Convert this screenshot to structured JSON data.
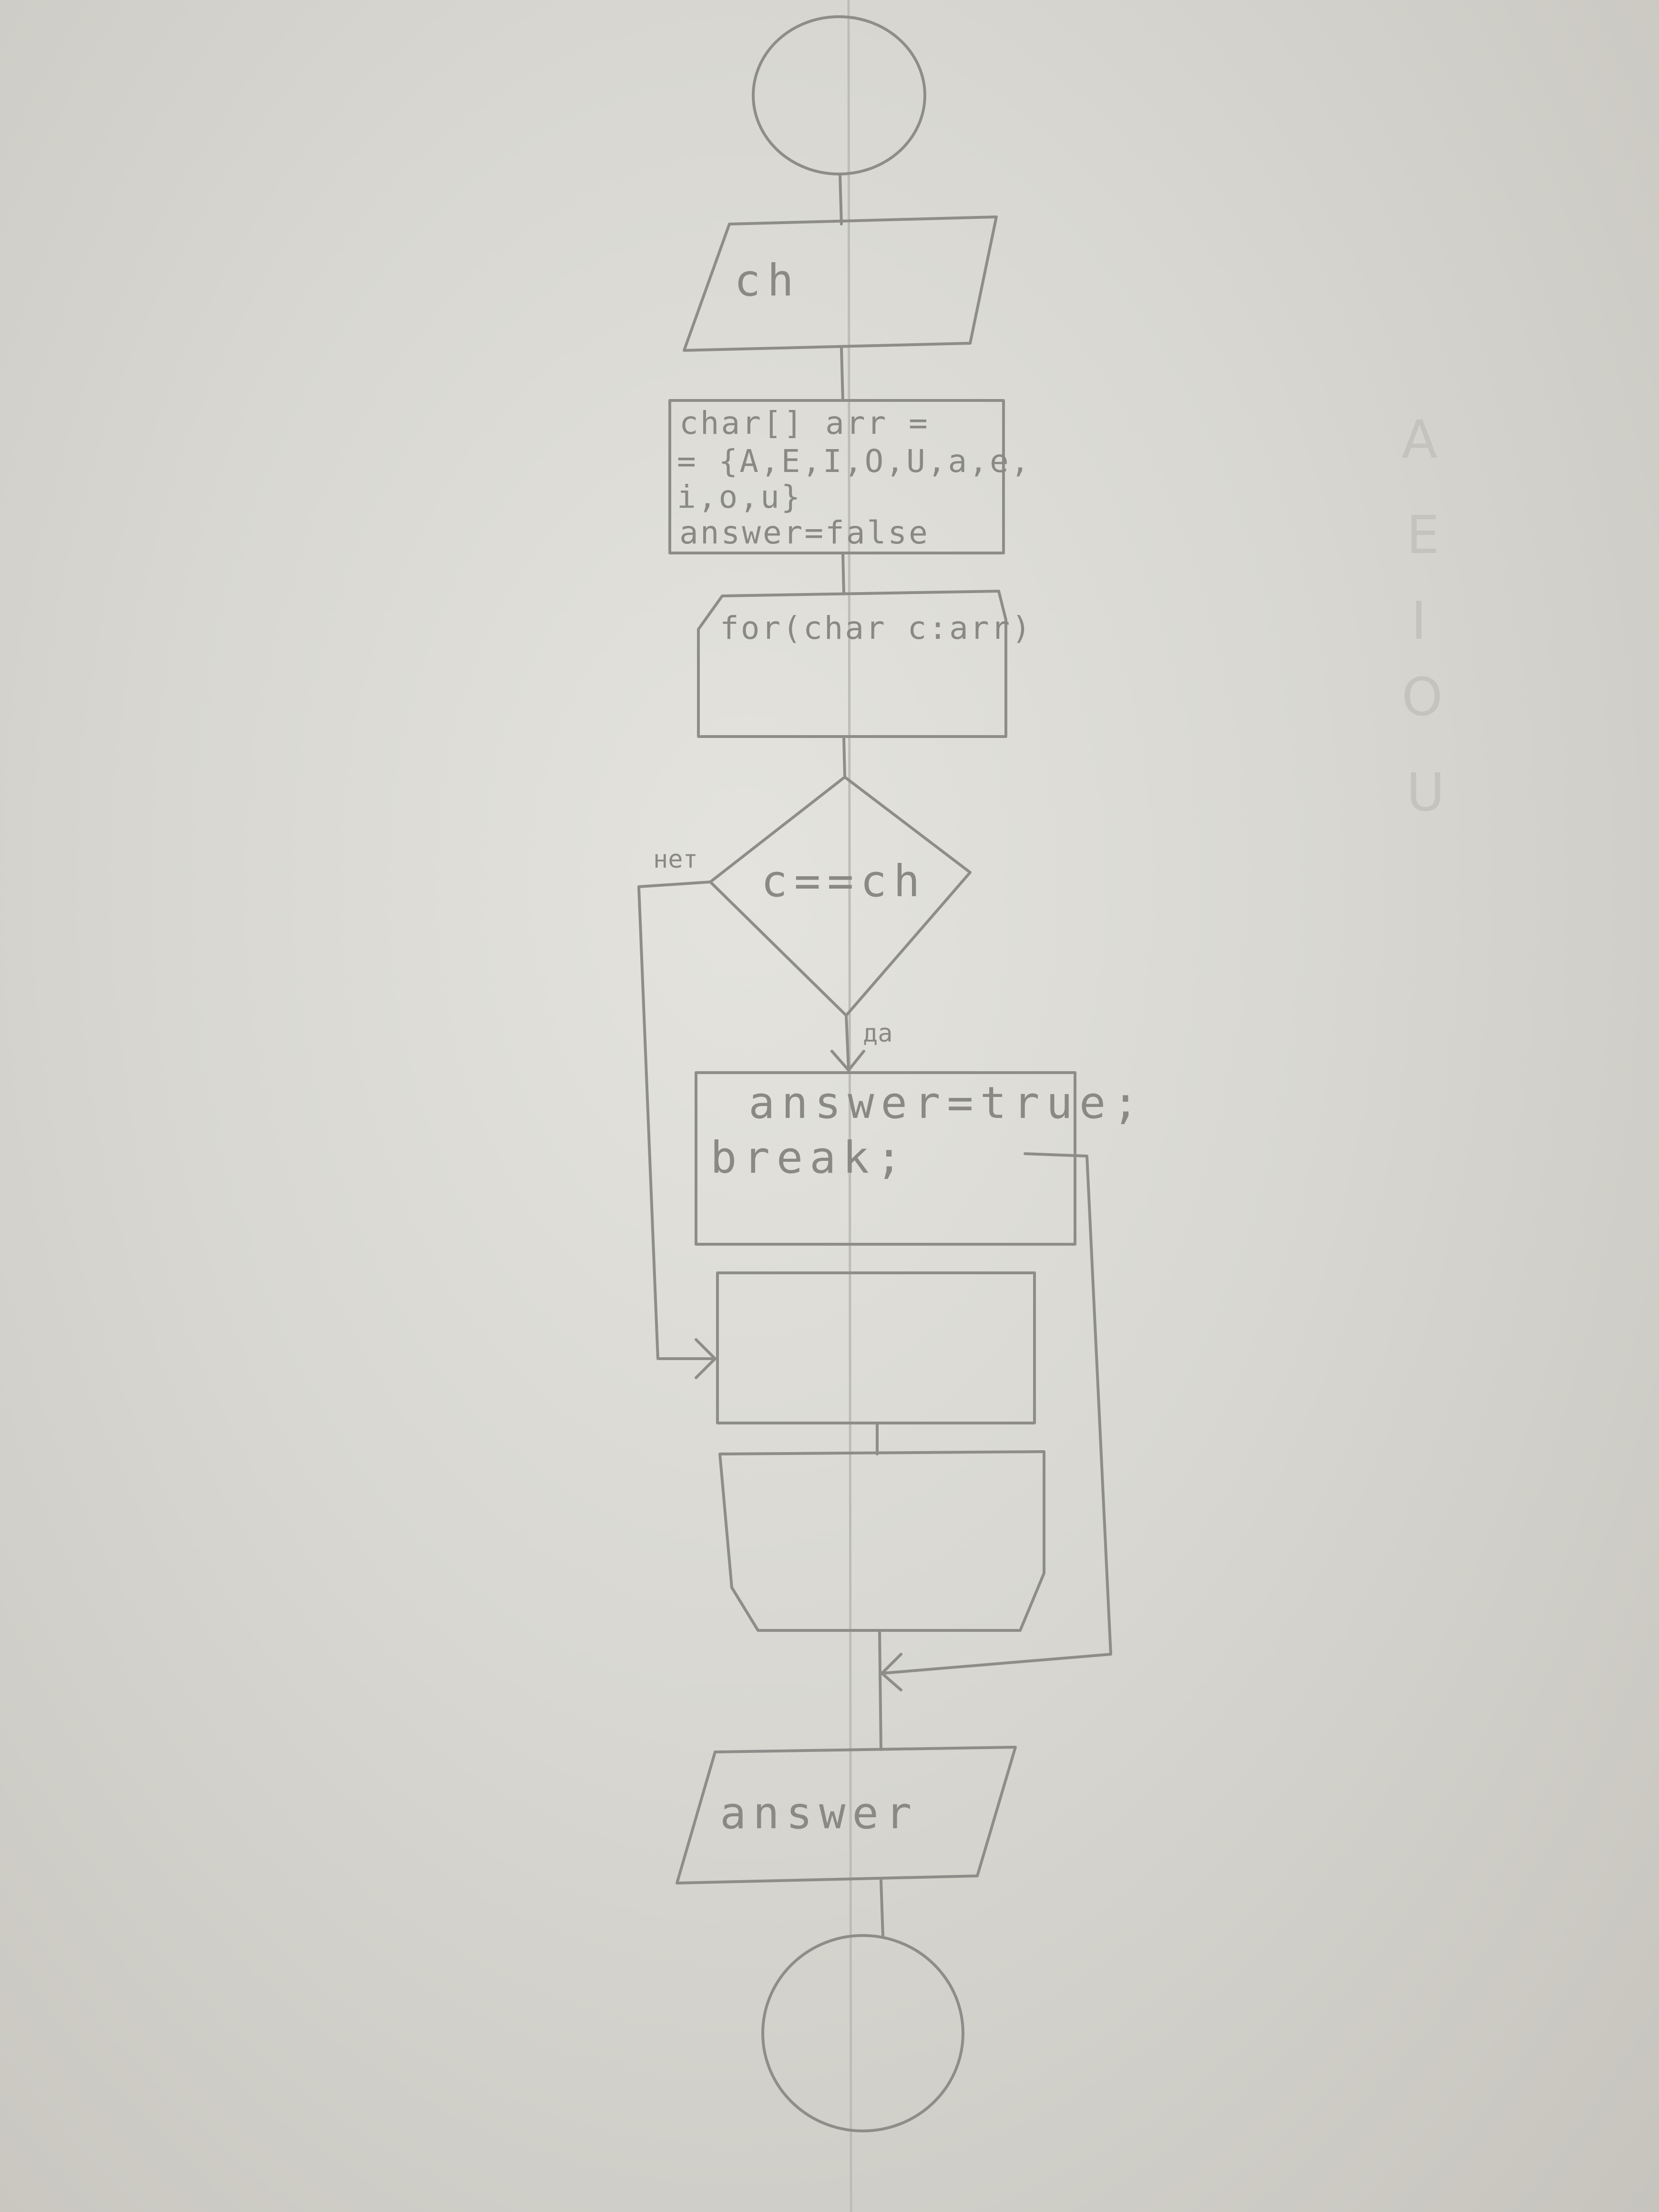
{
  "start_node": "",
  "input_ch": "ch",
  "init_block": {
    "lines": [
      "char[] arr =",
      "= {A,E,I,O,U,a,e,",
      "i,o,u}",
      "answer=false"
    ]
  },
  "loop_header": "for(char c:arr)",
  "decision": "c==ch",
  "branch_no": "нет",
  "branch_yes": "да",
  "assign_block": {
    "lines": [
      "answer=true;",
      "break;"
    ]
  },
  "output_answer": "answer",
  "margin_letters": [
    "A",
    "E",
    "I",
    "O",
    "U"
  ],
  "colors": {
    "paper": "#dcdbd5",
    "pencil": "#8e8d89"
  }
}
